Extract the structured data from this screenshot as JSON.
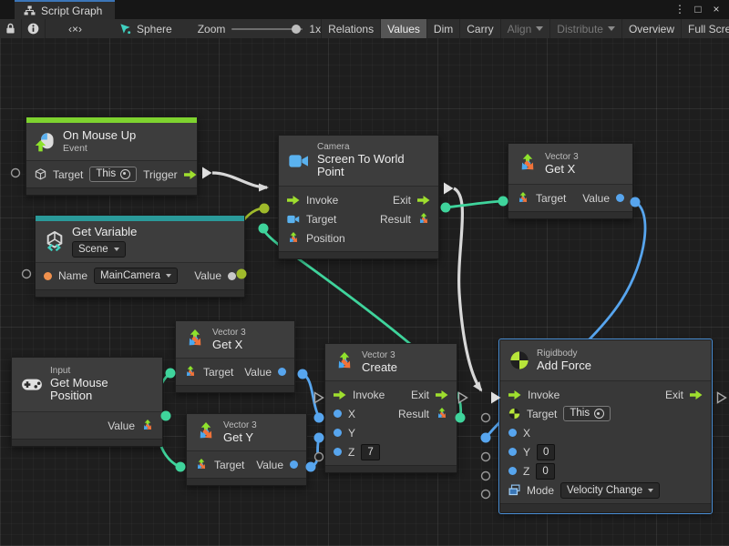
{
  "window": {
    "tab_title": "Script Graph",
    "controls": {
      "more": "⋮",
      "maximize": "□",
      "close": "×"
    }
  },
  "toolbar": {
    "code_toggle": "‹×›",
    "graph_name": "Sphere",
    "zoom_label": "Zoom",
    "zoom_value": "1x",
    "buttons": [
      {
        "label": "Relations",
        "state": "normal"
      },
      {
        "label": "Values",
        "state": "active"
      },
      {
        "label": "Dim",
        "state": "normal"
      },
      {
        "label": "Carry",
        "state": "normal"
      },
      {
        "label": "Align",
        "state": "disabled",
        "has_dropdown": true
      },
      {
        "label": "Distribute",
        "state": "disabled",
        "has_dropdown": true
      },
      {
        "label": "Overview",
        "state": "normal"
      },
      {
        "label": "Full Screen",
        "state": "normal"
      }
    ]
  },
  "colors": {
    "flow_green": "#9fdf2e",
    "event_bar_green": "#7ed32f",
    "variable_teal": "#2a9a9a",
    "vector_wire_green": "#3fd49c",
    "float_blue": "#57a5ee",
    "string_orange": "#f0914d",
    "object_wire_olive": "#9fba2b",
    "flow_wire_white": "#d8d8d8",
    "selection_blue": "#4a8fd6"
  },
  "nodes": {
    "on_mouse_up": {
      "title": "On Mouse Up",
      "subtitle": "Event",
      "target_label": "Target",
      "target_value": "This",
      "trigger_label": "Trigger"
    },
    "get_variable": {
      "title": "Get Variable",
      "kind_value": "Scene",
      "name_label": "Name",
      "name_value": "MainCamera",
      "value_label": "Value"
    },
    "screen_to_world": {
      "category": "Camera",
      "title": "Screen To World Point",
      "invoke_label": "Invoke",
      "exit_label": "Exit",
      "target_label": "Target",
      "result_label": "Result",
      "position_label": "Position"
    },
    "get_x_top": {
      "category": "Vector 3",
      "title": "Get X",
      "target_label": "Target",
      "value_label": "Value"
    },
    "get_x_mid": {
      "category": "Vector 3",
      "title": "Get X",
      "target_label": "Target",
      "value_label": "Value"
    },
    "get_y": {
      "category": "Vector 3",
      "title": "Get Y",
      "target_label": "Target",
      "value_label": "Value"
    },
    "get_mouse_position": {
      "category": "Input",
      "title": "Get Mouse Position",
      "value_label": "Value"
    },
    "vector3_create": {
      "category": "Vector 3",
      "title": "Create",
      "invoke_label": "Invoke",
      "exit_label": "Exit",
      "x_label": "X",
      "result_label": "Result",
      "y_label": "Y",
      "z_label": "Z",
      "z_value": "7"
    },
    "add_force": {
      "category": "Rigidbody",
      "title": "Add Force",
      "invoke_label": "Invoke",
      "exit_label": "Exit",
      "target_label": "Target",
      "target_value": "This",
      "x_label": "X",
      "y_label": "Y",
      "y_value": "0",
      "z_label": "Z",
      "z_value": "0",
      "mode_label": "Mode",
      "mode_value": "Velocity Change"
    }
  }
}
